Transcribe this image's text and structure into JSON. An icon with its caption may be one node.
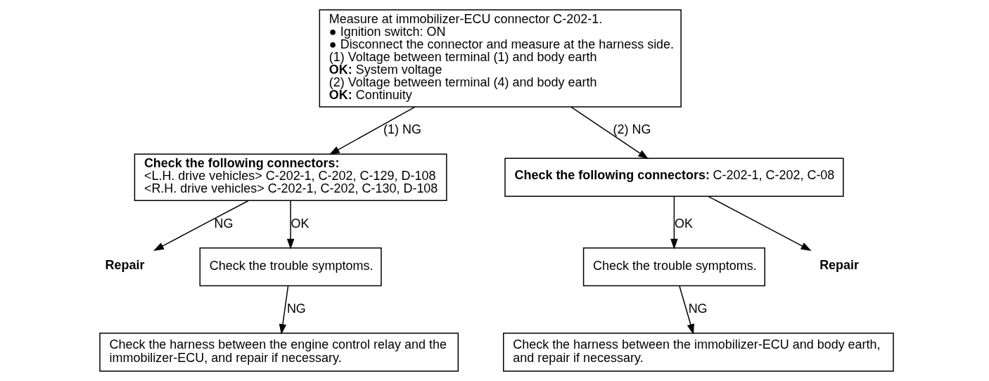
{
  "diagram": {
    "nodes": [
      {
        "text": [
          "Measure at immobilizer-ECU connector C-202-1.",
          "● Ignition switch: ON",
          "● Disconnect the connector and measure at the harness side.",
          "(1) Voltage between terminal (1) and body earth",
          "**OK:** System voltage",
          "(2) Voltage between terminal (4) and body earth",
          "**OK:** Continuity"
        ]
      },
      {
        "text": [
          "Check the following connectors:",
          "<L.H. drive vehicles> C-202-1, C-202, C-129, D-108",
          "<R.H. drive vehicles> C-202-1, C-202, C-130, D-108"
        ]
      },
      {
        "text": [
          "Repair"
        ]
      },
      {
        "text": [
          "Check the trouble symptoms."
        ]
      },
      {
        "text": [
          "Check the harness between the engine control relay and the immobilizer-ECU, and repair if necessary."
        ]
      },
      {
        "text": [
          "**Check the following connectors:** C-202-1, C-202, C-08"
        ]
      },
      {
        "text": [
          "Check the trouble symptoms."
        ]
      },
      {
        "text": [
          "Repair"
        ]
      },
      {
        "text": [
          "Check the harness between the immobilizer-ECU and body earth, and repair if necessary."
        ]
      }
    ],
    "edges": [
      {
        "from": 0,
        "to": 1,
        "arrow": "to",
        "label": "(1) NG"
      },
      {
        "from": 1,
        "to": 3,
        "arrow": "to",
        "label": "OK"
      },
      {
        "from": 1,
        "to": 2,
        "arrow": "to",
        "label": "NG"
      },
      {
        "from": 3,
        "to": 4,
        "arrow": "to",
        "label": "NG"
      },
      {
        "from": 0,
        "to": 5,
        "arrow": "to",
        "label": "(2) NG"
      },
      {
        "from": 5,
        "to": 6,
        "arrow": "to",
        "label": "OK"
      },
      {
        "from": 5,
        "to": 7,
        "arrow": "to"
      },
      {
        "from": 6,
        "to": 8,
        "arrow": "to",
        "label": "NG"
      }
    ]
  }
}
